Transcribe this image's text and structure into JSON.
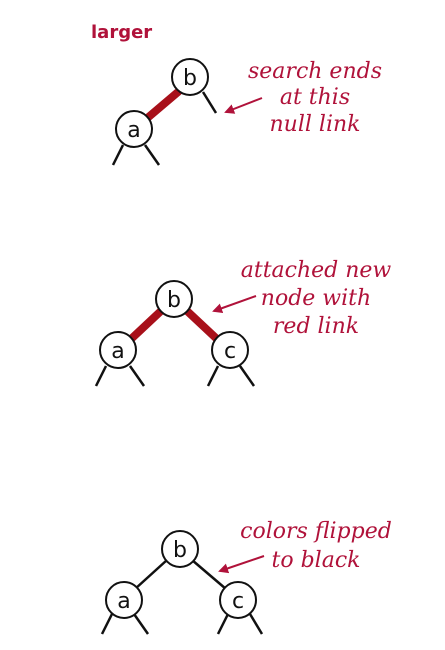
{
  "title": "larger",
  "colors": {
    "red_link": "#a8101a",
    "black_link": "#111111",
    "annotation": "#b0123a",
    "title": "#b0123a",
    "node_fill": "#ffffff",
    "node_stroke": "#111111"
  },
  "panels": [
    {
      "name": "search-ends",
      "nodes": {
        "b": "b",
        "a": "a"
      },
      "annotation": [
        "search ends",
        "at this",
        "null link"
      ]
    },
    {
      "name": "attached-new-node",
      "nodes": {
        "b": "b",
        "a": "a",
        "c": "c"
      },
      "annotation": [
        "attached new",
        "node with",
        "red link"
      ]
    },
    {
      "name": "colors-flipped",
      "nodes": {
        "b": "b",
        "a": "a",
        "c": "c"
      },
      "annotation": [
        "colors flipped",
        "to black"
      ]
    }
  ]
}
